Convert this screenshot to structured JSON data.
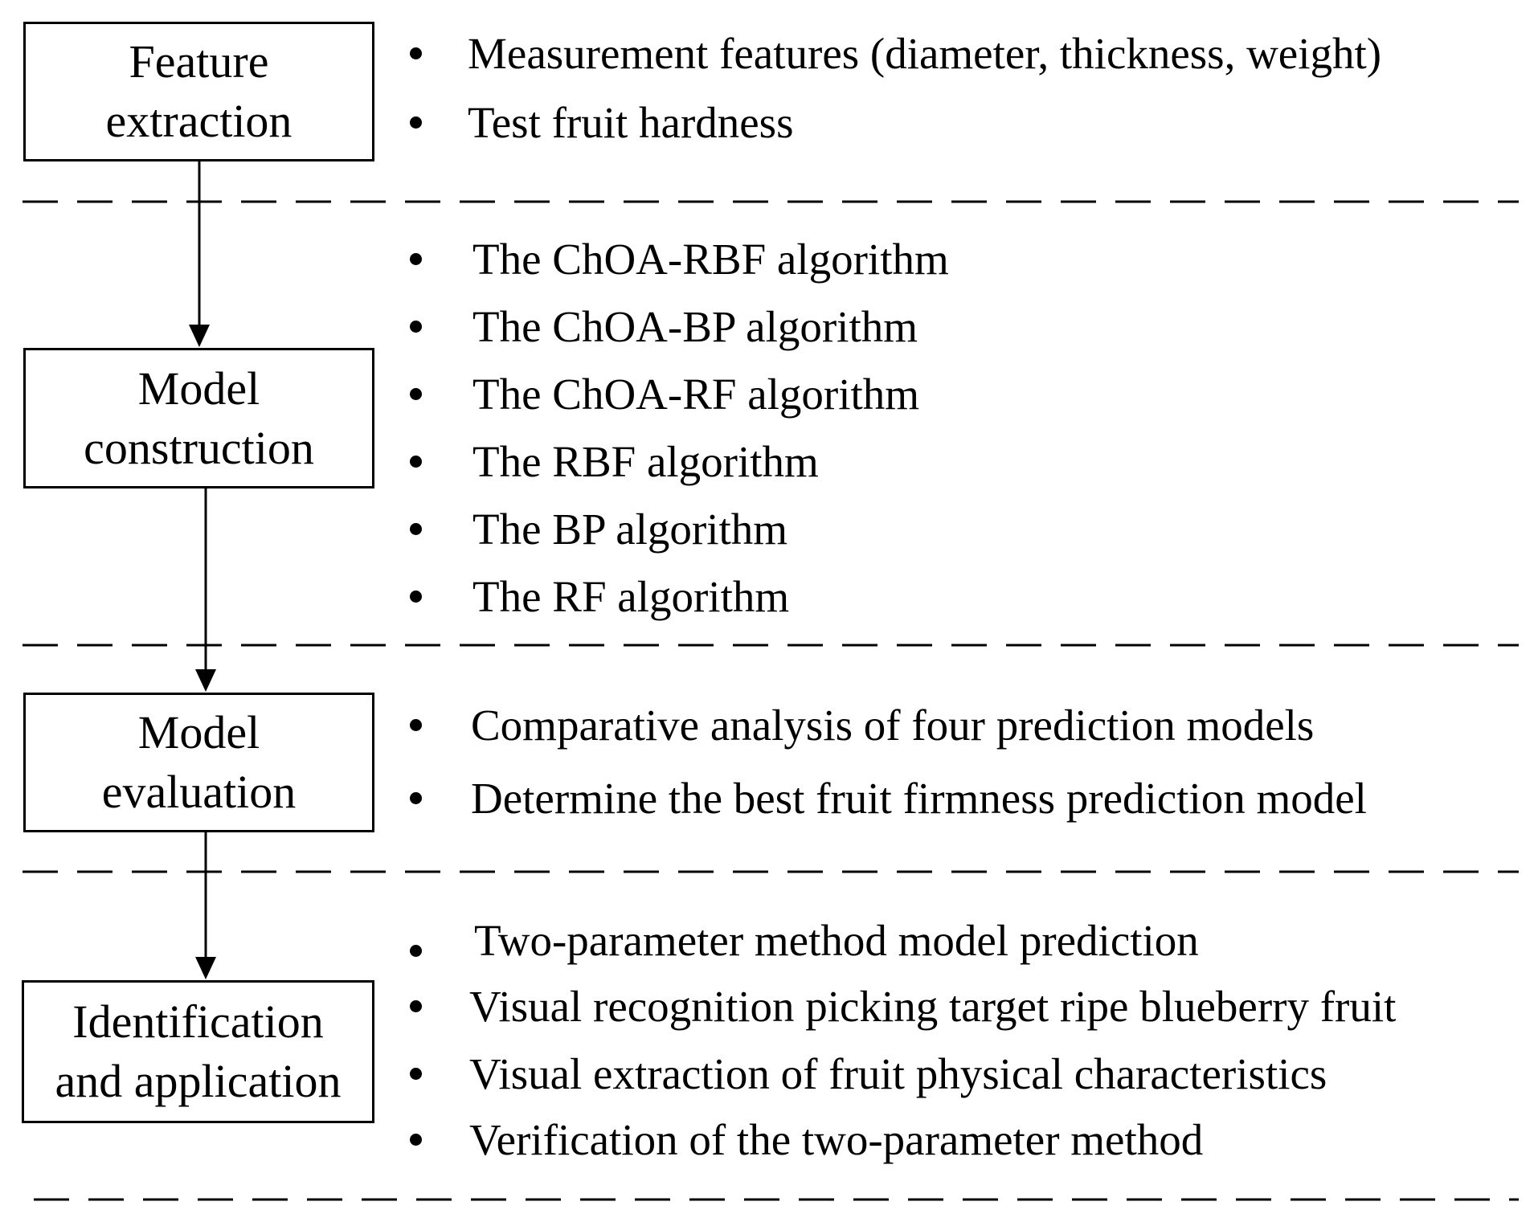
{
  "stages": [
    {
      "title_lines": [
        "Feature",
        "extraction"
      ],
      "bullets": [
        "Measurement features (diameter, thickness, weight)",
        "Test fruit hardness"
      ]
    },
    {
      "title_lines": [
        "Model",
        "construction"
      ],
      "bullets": [
        "The ChOA-RBF algorithm",
        "The ChOA-BP algorithm",
        "The ChOA-RF algorithm",
        "The RBF algorithm",
        "The BP algorithm",
        "The RF algorithm"
      ]
    },
    {
      "title_lines": [
        "Model",
        "evaluation"
      ],
      "bullets": [
        "Comparative analysis of four prediction models",
        "Determine the best fruit firmness prediction model"
      ]
    },
    {
      "title_lines": [
        "Identification",
        "and application"
      ],
      "bullets": [
        "Two-parameter method model prediction",
        "Visual recognition picking target ripe blueberry fruit",
        "Visual extraction of fruit physical characteristics",
        "Verification of the two-parameter method"
      ]
    }
  ]
}
